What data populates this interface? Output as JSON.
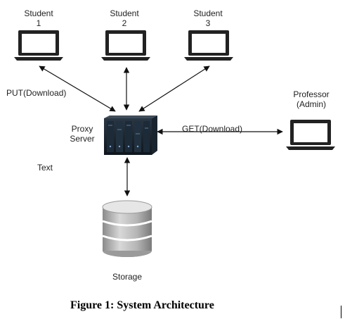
{
  "diagram": {
    "student1": {
      "line1": "Student",
      "line2": "1"
    },
    "student2": {
      "line1": "Student",
      "line2": "2"
    },
    "student3": {
      "line1": "Student",
      "line2": "3"
    },
    "professor": {
      "line1": "Professor",
      "line2": "(Admin)"
    },
    "proxy": {
      "line1": "Proxy",
      "line2": "Server"
    },
    "put_label": "PUT(Download)",
    "get_label": "GET(Download)",
    "text_label": "Text",
    "storage_label": "Storage"
  },
  "caption": "Figure 1: System Architecture"
}
